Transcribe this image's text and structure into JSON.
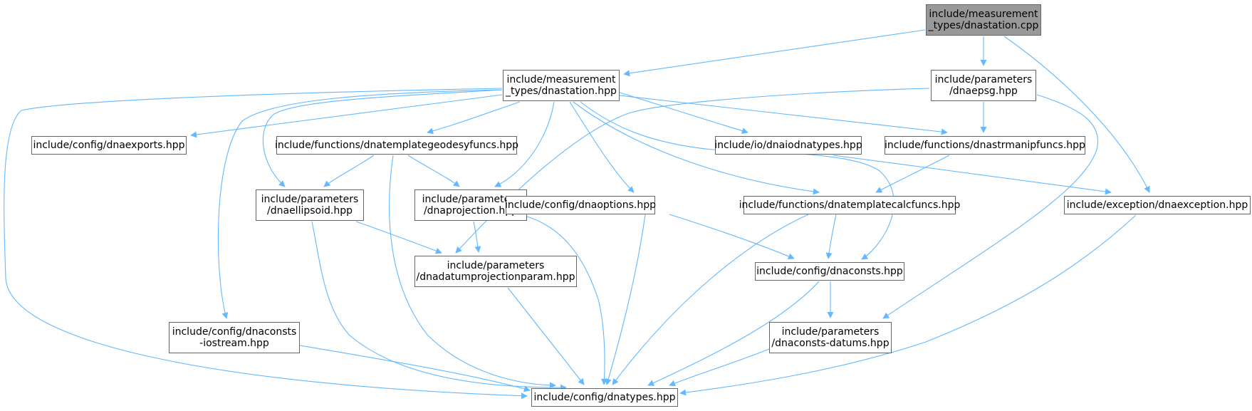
{
  "graph": {
    "nodes": [
      {
        "id": "root",
        "lines": [
          "include/measurement",
          "_types/dnastation.cpp"
        ],
        "root": true
      },
      {
        "id": "station_hpp",
        "lines": [
          "include/measurement",
          "_types/dnastation.hpp"
        ]
      },
      {
        "id": "dnaepsg",
        "lines": [
          "include/parameters",
          "/dnaepsg.hpp"
        ]
      },
      {
        "id": "dnaexports",
        "lines": [
          "include/config/dnaexports.hpp"
        ]
      },
      {
        "id": "geodesyfuncs",
        "lines": [
          "include/functions/dnatemplategeodesyfuncs.hpp"
        ]
      },
      {
        "id": "dnaiodnatypes",
        "lines": [
          "include/io/dnaiodnatypes.hpp"
        ]
      },
      {
        "id": "strmanip",
        "lines": [
          "include/functions/dnastrmanipfuncs.hpp"
        ]
      },
      {
        "id": "ellipsoid",
        "lines": [
          "include/parameters",
          "/dnaellipsoid.hpp"
        ]
      },
      {
        "id": "projection",
        "lines": [
          "include/parameters",
          "/dnaprojection.hpp"
        ]
      },
      {
        "id": "options",
        "lines": [
          "include/config/dnaoptions.hpp"
        ]
      },
      {
        "id": "calcfuncs",
        "lines": [
          "include/functions/dnatemplatecalcfuncs.hpp"
        ]
      },
      {
        "id": "exception",
        "lines": [
          "include/exception/dnaexception.hpp"
        ]
      },
      {
        "id": "datumproj",
        "lines": [
          "include/parameters",
          "/dnadatumprojectionparam.hpp"
        ]
      },
      {
        "id": "consts",
        "lines": [
          "include/config/dnaconsts.hpp"
        ]
      },
      {
        "id": "iostream",
        "lines": [
          "include/config/dnaconsts",
          "-iostream.hpp"
        ]
      },
      {
        "id": "datums",
        "lines": [
          "include/parameters",
          "/dnaconsts-datums.hpp"
        ]
      },
      {
        "id": "dnatypes",
        "lines": [
          "include/config/dnatypes.hpp"
        ]
      }
    ],
    "colors": {
      "edge": "#63b8ff",
      "node_border": "#666666",
      "root_fill": "#999999"
    }
  }
}
